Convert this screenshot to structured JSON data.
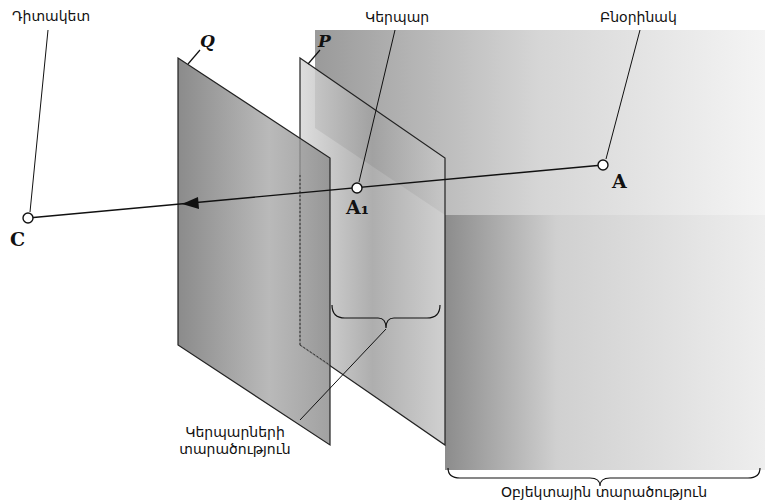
{
  "diagram": {
    "labels": [
      "Դիտակետ",
      "Q",
      "P",
      "Կերպար",
      "Բնօրինակ",
      "C",
      "A₁",
      "A",
      "Կերպարների տարածություն",
      "Օբյեկտային տարածություն"
    ]
  }
}
